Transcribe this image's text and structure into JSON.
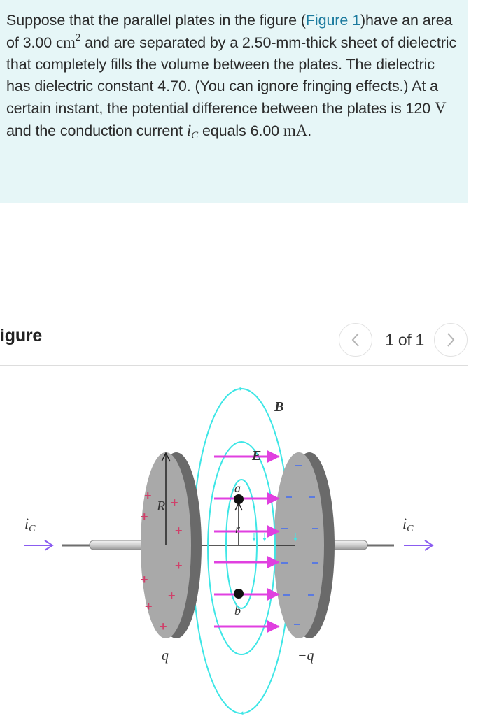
{
  "problem": {
    "text_1": "Suppose that the parallel plates in the figure (",
    "figure_link": "Figure 1",
    "text_2": ")have an area of 3.00 ",
    "area_unit": "cm",
    "area_exp": "2",
    "text_3": " and are separated by a 2.50-mm-thick sheet of dielectric that completely fills the volume between the plates. The dielectric has dielectric constant 4.70. (You can ignore fringing effects.) At a certain instant, the potential difference between the plates is 120 ",
    "voltage_unit": "V",
    "text_4": " and the conduction current ",
    "current_symbol": "i",
    "current_sub": "C",
    "text_5": " equals ",
    "current_value": "6.00 ",
    "current_unit": "mA",
    "text_6": "."
  },
  "figure_panel": {
    "title": "igure",
    "pager": {
      "prev_icon": "chevron-left-icon",
      "next_icon": "chevron-right-icon",
      "count": "1 of 1"
    }
  },
  "diagram": {
    "labels": {
      "B": "B",
      "E": "E",
      "a": "a",
      "b": "b",
      "r": "r",
      "R": "R",
      "q_pos": "q",
      "q_neg": "−q",
      "ic_left": "i",
      "ic_left_sub": "C",
      "ic_right": "i",
      "ic_right_sub": "C"
    },
    "colors": {
      "plate_face": "#a9a9a9",
      "plate_edge": "#6a6a6a",
      "field_E": "#e040e0",
      "field_B": "#3ee6e6",
      "current_arrow": "#8a5cf0",
      "plus": "#d0406a",
      "minus": "#5a7ae0"
    }
  }
}
